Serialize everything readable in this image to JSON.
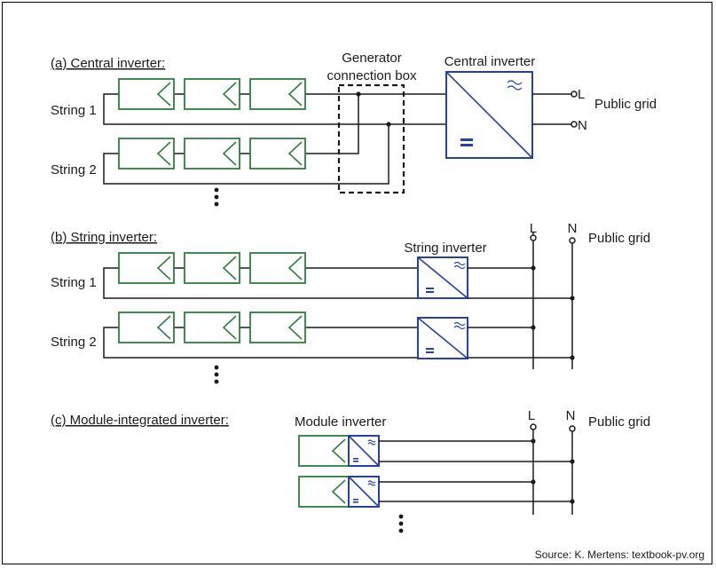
{
  "colors": {
    "pv_module": "#2e7d3e",
    "inverter": "#2540a6",
    "wire": "#1a1a1a",
    "background": "#ffffff"
  },
  "section_a": {
    "heading": "(a) Central inverter:",
    "string1": "String 1",
    "string2": "String 2",
    "gcb_line1": "Generator",
    "gcb_line2": "connection box",
    "inverter_label": "Central inverter",
    "terminal_l": "L",
    "terminal_n": "N",
    "grid_label": "Public grid"
  },
  "section_b": {
    "heading": "(b) String inverter:",
    "string1": "String 1",
    "string2": "String 2",
    "inverter_label": "String inverter",
    "terminal_l": "L",
    "terminal_n": "N",
    "grid_label": "Public grid"
  },
  "section_c": {
    "heading": "(c) Module-integrated inverter:",
    "inverter_label": "Module inverter",
    "terminal_l": "L",
    "terminal_n": "N",
    "grid_label": "Public grid"
  },
  "symbols": {
    "ac": "≈",
    "dc": "="
  },
  "source": "Source: K. Mertens: textbook-pv.org"
}
